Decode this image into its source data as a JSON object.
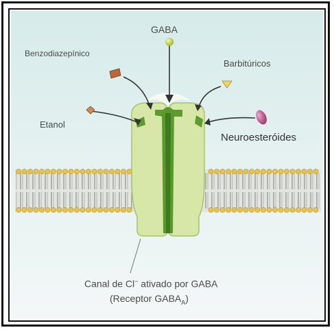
{
  "labels": {
    "gaba": "GABA",
    "benzodiazepinico": "Benzodiazepínico",
    "barbituricos": "Barbitúricos",
    "etanol": "Etanol",
    "neuroesteroides": "Neuroesteróides"
  },
  "caption": {
    "line1_prefix": "Canal de Cl",
    "line1_sup": "−",
    "line1_suffix": " ativado por GABA",
    "line2_prefix": "(Receptor GABA",
    "line2_sub": "A",
    "line2_suffix": ")"
  },
  "colors": {
    "background": "#dbeceb",
    "membrane_heads": "#e6c24e",
    "membrane_tails": "#9a9f98",
    "channel_fill": "#d4e5a6",
    "channel_pore": "#4f8d2a",
    "binding_site": "#5e9a2e",
    "arrow": "#333333",
    "benzodiazepine": "#b8683a",
    "barbiturate": "#efd56a",
    "ethanol": "#c98c5a",
    "neurosteroid": "#b54a84",
    "gaba_ball": "#c7d94a"
  },
  "icons": [
    "gaba-molecule-icon",
    "benzodiazepine-molecule-icon",
    "barbiturate-molecule-icon",
    "ethanol-molecule-icon",
    "neurosteroid-molecule-icon"
  ]
}
